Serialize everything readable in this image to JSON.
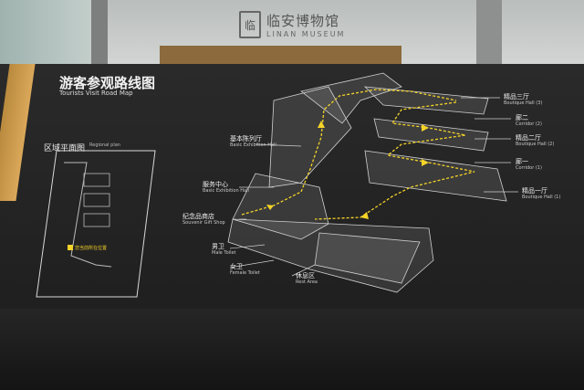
{
  "header": {
    "museum_cn": "临安博物馆",
    "museum_en": "LINAN MUSEUM"
  },
  "map": {
    "title_cn": "游客参观路线图",
    "title_en": "Tourists Visit Road Map",
    "regional_cn": "区域平面图",
    "regional_en": "Regional plan",
    "regional_location": "您当前所在位置"
  },
  "labels": [
    {
      "id": "boutique3",
      "cn": "精品三厅",
      "en": "Boutique Hall (3)"
    },
    {
      "id": "corridor2",
      "cn": "廊二",
      "en": "Corridor (2)"
    },
    {
      "id": "boutique2",
      "cn": "精品二厅",
      "en": "Boutique Hall (2)"
    },
    {
      "id": "corridor1",
      "cn": "廊一",
      "en": "Corridor (1)"
    },
    {
      "id": "boutique1",
      "cn": "精品一厅",
      "en": "Boutique Hall (1)"
    },
    {
      "id": "basic",
      "cn": "基本陈列厅",
      "en": "Basic Exhibition Hall"
    },
    {
      "id": "service",
      "cn": "服务中心",
      "en": "Basic Exhibition Hall"
    },
    {
      "id": "souvenir",
      "cn": "纪念品商店",
      "en": "Souvenir Gift Shop"
    },
    {
      "id": "male",
      "cn": "男卫",
      "en": "Male Toilet"
    },
    {
      "id": "female",
      "cn": "女卫",
      "en": "Female Toilet"
    },
    {
      "id": "rest",
      "cn": "休息区",
      "en": "Rest Area"
    }
  ],
  "colors": {
    "route": "#f5d428",
    "board": "#222222",
    "rail": "#d4a050"
  }
}
